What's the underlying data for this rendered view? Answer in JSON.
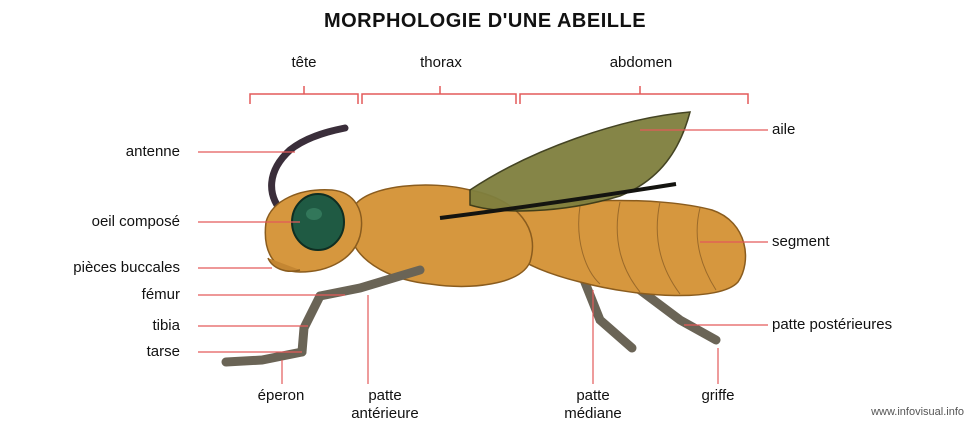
{
  "title": "MORPHOLOGIE D'UNE ABEILLE",
  "regions": {
    "head": "tête",
    "thorax": "thorax",
    "abdomen": "abdomen"
  },
  "labels": {
    "antenne": "antenne",
    "oeil": "oeil composé",
    "pieces": "pièces buccales",
    "femur": "fémur",
    "tibia": "tibia",
    "tarse": "tarse",
    "eperon": "éperon",
    "patte_ant_1": "patte",
    "patte_ant_2": "antérieure",
    "patte_med_1": "patte",
    "patte_med_2": "médiane",
    "griffe": "griffe",
    "aile": "aile",
    "segment": "segment",
    "patte_post": "patte postérieures"
  },
  "watermark": "www.infovisual.info",
  "colors": {
    "leader": "#e35a5a",
    "body": "#d6973e",
    "wing": "#7f7f3e",
    "eye": "#1f5a43",
    "leg": "#6a6456"
  }
}
